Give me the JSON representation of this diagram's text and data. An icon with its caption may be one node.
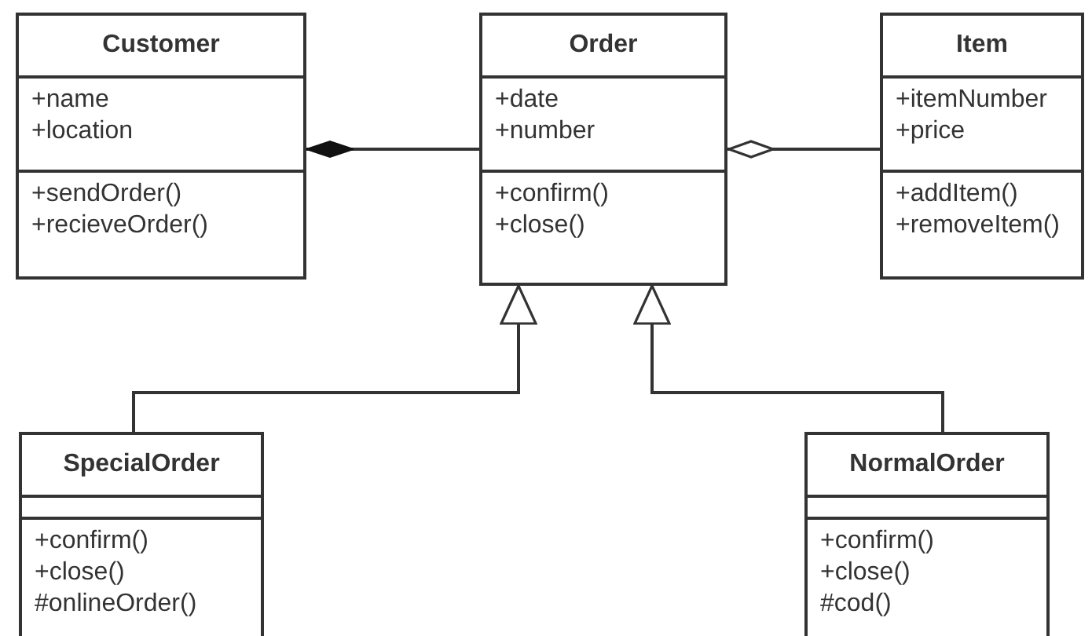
{
  "diagram": {
    "nodes": [
      {
        "text": [
          "Customer",
          "+name +location",
          "+sendOrder() +recieveOrder()"
        ]
      },
      {
        "text": [
          "Order",
          "+date +number",
          "+confirm() +close()"
        ]
      },
      {
        "text": [
          "Item",
          "+itemNumber +price",
          "+addItem() +removeItem()"
        ]
      },
      {
        "text": [
          "SpecialOrder",
          "+confirm() +close() #onlineOrder()"
        ]
      },
      {
        "text": [
          "NormalOrder",
          "+confirm() +close() #cod()"
        ]
      }
    ],
    "edges": [
      {
        "from": 0,
        "to": 1,
        "arrow": "other"
      },
      {
        "from": 1,
        "to": 2,
        "arrow": "other"
      },
      {
        "from": 3,
        "to": 1,
        "arrow": "to"
      },
      {
        "from": 4,
        "to": 1,
        "arrow": "to"
      }
    ]
  }
}
